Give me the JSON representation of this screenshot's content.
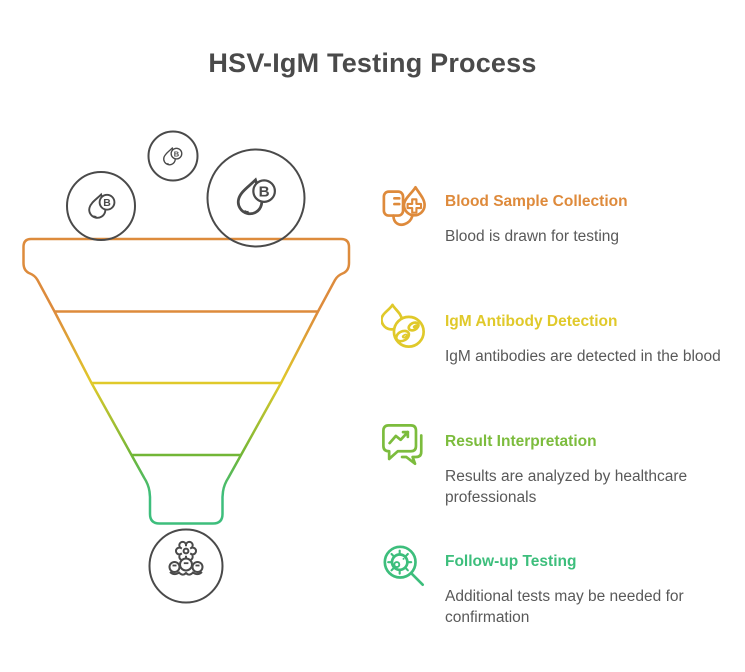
{
  "title": "HSV-IgM Testing Process",
  "title_color": "#4A4A4A",
  "body_text_color": "#595959",
  "funnel": {
    "drop_label": "B",
    "stage_colors": [
      "#DD8B3C",
      "#E0C92A",
      "#72B637",
      "#3DBE7C"
    ],
    "bubbles": [
      {
        "icon": "blood-drop-b-icon",
        "size": "small"
      },
      {
        "icon": "blood-drop-b-icon",
        "size": "medium"
      },
      {
        "icon": "blood-drop-b-icon",
        "size": "large"
      }
    ],
    "outlet_icon": "germ-cluster-icon",
    "outline_color": "#4A4A4A"
  },
  "steps": [
    {
      "title": "Blood Sample Collection",
      "description": "Blood is drawn for testing",
      "color": "#DE8A3B",
      "icon": "blood-bag-drop-icon"
    },
    {
      "title": "IgM Antibody Detection",
      "description": "IgM antibodies are detected in the blood",
      "color": "#E0C92A",
      "icon": "drop-cells-icon"
    },
    {
      "title": "Result Interpretation",
      "description": "Results are analyzed by healthcare professionals",
      "color": "#7CBC3D",
      "icon": "chat-chart-icon"
    },
    {
      "title": "Follow-up Testing",
      "description": "Additional tests may be needed for confirmation",
      "color": "#3DBE7C",
      "icon": "virus-magnifier-icon"
    }
  ]
}
